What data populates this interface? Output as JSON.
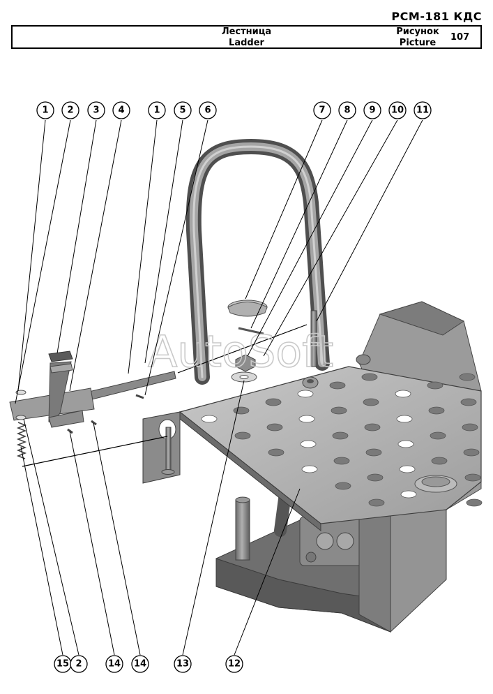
{
  "header": {
    "doc_code": "РСМ-181 КДС",
    "title_ru": "Лестница",
    "title_en": "Ladder",
    "picture_ru": "Рисунок",
    "picture_en": "Picture",
    "picture_number": "107"
  },
  "watermark": "AutoSoft",
  "callouts_top": [
    "1",
    "2",
    "3",
    "4",
    "1",
    "5",
    "6",
    "7",
    "8",
    "9",
    "10",
    "11"
  ],
  "callouts_bottom": [
    "15",
    "2",
    "14",
    "14",
    "13",
    "12"
  ],
  "colors": {
    "steel_light": "#b8b8b8",
    "steel_mid": "#8f8f8f",
    "steel_dark": "#5e5e5e",
    "hole": "#ffffff"
  }
}
